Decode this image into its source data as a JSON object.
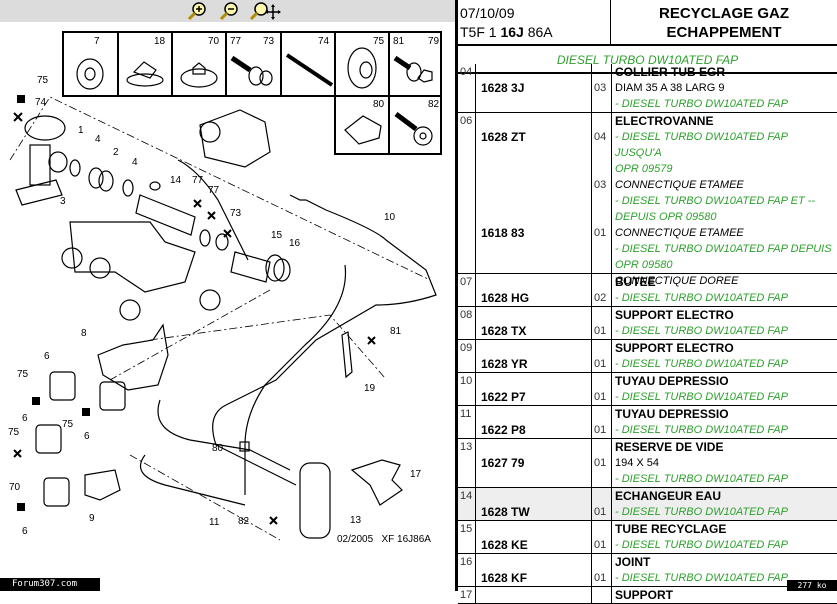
{
  "toolbar": {
    "zoom_in_icon": "zoom-in",
    "zoom_out_icon": "zoom-out",
    "zoom_fit_icon": "zoom-move"
  },
  "diagram": {
    "inset_labels": [
      "7",
      "18",
      "70",
      "77",
      "73",
      "74",
      "75",
      "81",
      "79",
      "80",
      "82"
    ],
    "callouts": [
      "75",
      "74",
      "1",
      "4",
      "2",
      "4",
      "14",
      "77",
      "77",
      "73",
      "3",
      "15",
      "16",
      "10",
      "8",
      "6",
      "75",
      "75",
      "6",
      "6",
      "75",
      "81",
      "19",
      "80",
      "70",
      "6",
      "9",
      "11",
      "82",
      "13",
      "17"
    ],
    "stamp": "02/2005   XF 16J86A"
  },
  "footer": {
    "watermark": "Forum307.com",
    "size_badge": "277 ko"
  },
  "header": {
    "date": "07/10/09",
    "code_prefix": "T5F 1 ",
    "code_bold": "16J",
    "code_suffix": " 86A",
    "title_line1": "RECYCLAGE GAZ",
    "title_line2": "ECHAPPEMENT",
    "subtitle": "DIESEL TURBO DW10ATED FAP"
  },
  "colors": {
    "green_text": "#2ea02e",
    "highlight_row": "#eeeeee"
  },
  "rows": [
    {
      "ref": "04",
      "title": "COLLIER TUB EGR",
      "parts": [
        {
          "pn": "1628 3J",
          "qty": "03",
          "lines": [
            {
              "t": "DIAM 35 A 38 LARG 9",
              "s": "plain"
            },
            {
              "t": "- DIESEL TURBO DW10ATED FAP",
              "s": "green"
            }
          ]
        }
      ]
    },
    {
      "ref": "06",
      "title": "ELECTROVANNE",
      "parts": [
        {
          "pn": "1628 ZT",
          "qty": "04",
          "lines": [
            {
              "t": "- DIESEL TURBO DW10ATED FAP JUSQU'A",
              "s": "green"
            },
            {
              "t": "OPR 09579",
              "s": "green"
            },
            {
              "t": "CONNECTIQUE ETAMEE",
              "s": "italic"
            }
          ]
        },
        {
          "pn": "",
          "qty": "03",
          "lines": [
            {
              "t": "- DIESEL TURBO DW10ATED FAP ET --",
              "s": "green"
            },
            {
              "t": "DEPUIS OPR 09580",
              "s": "green"
            },
            {
              "t": "CONNECTIQUE ETAMEE",
              "s": "italic"
            }
          ]
        },
        {
          "pn": "1618 83",
          "qty": "01",
          "lines": [
            {
              "t": "- DIESEL TURBO DW10ATED FAP DEPUIS",
              "s": "green"
            },
            {
              "t": "OPR 09580",
              "s": "green"
            },
            {
              "t": "CONNECTIQUE DOREE",
              "s": "italic"
            }
          ]
        }
      ]
    },
    {
      "ref": "07",
      "title": "BUTEE",
      "parts": [
        {
          "pn": "1628 HG",
          "qty": "02",
          "lines": [
            {
              "t": "- DIESEL TURBO DW10ATED FAP",
              "s": "green"
            }
          ]
        }
      ]
    },
    {
      "ref": "08",
      "title": "SUPPORT ELECTRO",
      "parts": [
        {
          "pn": "1628 TX",
          "qty": "01",
          "lines": [
            {
              "t": "- DIESEL TURBO DW10ATED FAP",
              "s": "green"
            }
          ]
        }
      ]
    },
    {
      "ref": "09",
      "title": "SUPPORT ELECTRO",
      "parts": [
        {
          "pn": "1628 YR",
          "qty": "01",
          "lines": [
            {
              "t": "- DIESEL TURBO DW10ATED FAP",
              "s": "green"
            }
          ]
        }
      ]
    },
    {
      "ref": "10",
      "title": "TUYAU DEPRESSIO",
      "parts": [
        {
          "pn": "1622 P7",
          "qty": "01",
          "lines": [
            {
              "t": "- DIESEL TURBO DW10ATED FAP",
              "s": "green"
            }
          ]
        }
      ]
    },
    {
      "ref": "11",
      "title": "TUYAU DEPRESSIO",
      "parts": [
        {
          "pn": "1622 P8",
          "qty": "01",
          "lines": [
            {
              "t": "- DIESEL TURBO DW10ATED FAP",
              "s": "green"
            }
          ]
        }
      ]
    },
    {
      "ref": "13",
      "title": "RESERVE DE VIDE",
      "parts": [
        {
          "pn": "1627 79",
          "qty": "01",
          "lines": [
            {
              "t": "194 X 54",
              "s": "plain"
            },
            {
              "t": "- DIESEL TURBO DW10ATED FAP",
              "s": "green"
            }
          ]
        }
      ]
    },
    {
      "ref": "14",
      "title": "ECHANGEUR EAU",
      "highlight": true,
      "parts": [
        {
          "pn": "1628 TW",
          "qty": "01",
          "lines": [
            {
              "t": "- DIESEL TURBO DW10ATED FAP",
              "s": "green"
            }
          ]
        }
      ]
    },
    {
      "ref": "15",
      "title": "TUBE RECYCLAGE",
      "parts": [
        {
          "pn": "1628 KE",
          "qty": "01",
          "lines": [
            {
              "t": "- DIESEL TURBO DW10ATED FAP",
              "s": "green"
            }
          ]
        }
      ]
    },
    {
      "ref": "16",
      "title": "JOINT",
      "parts": [
        {
          "pn": "1628 KF",
          "qty": "01",
          "lines": [
            {
              "t": "- DIESEL TURBO DW10ATED FAP",
              "s": "green"
            }
          ]
        }
      ]
    },
    {
      "ref": "17",
      "title": "SUPPORT",
      "parts": []
    }
  ]
}
